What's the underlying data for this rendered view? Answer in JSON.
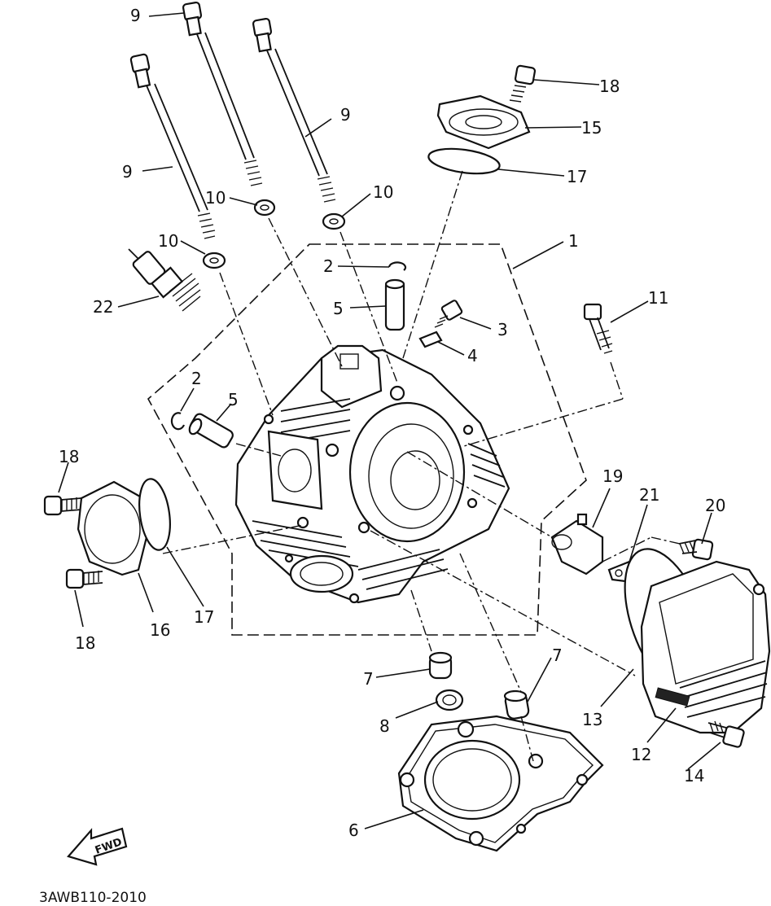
{
  "labels": {
    "l1": "1",
    "l2a": "2",
    "l2b": "2",
    "l3": "3",
    "l4": "4",
    "l5a": "5",
    "l5b": "5",
    "l6": "6",
    "l7a": "7",
    "l7b": "7",
    "l8": "8",
    "l9a": "9",
    "l9b": "9",
    "l9c": "9",
    "l10a": "10",
    "l10b": "10",
    "l10c": "10",
    "l11": "11",
    "l12": "12",
    "l13": "13",
    "l14": "14",
    "l15": "15",
    "l16": "16",
    "l17a": "17",
    "l17b": "17",
    "l18a": "18",
    "l18b": "18",
    "l18c": "18",
    "l19": "19",
    "l20": "20",
    "l21": "21",
    "l22": "22"
  },
  "fwd_text": "FWD",
  "diagram_code": "3AWB110-2010"
}
